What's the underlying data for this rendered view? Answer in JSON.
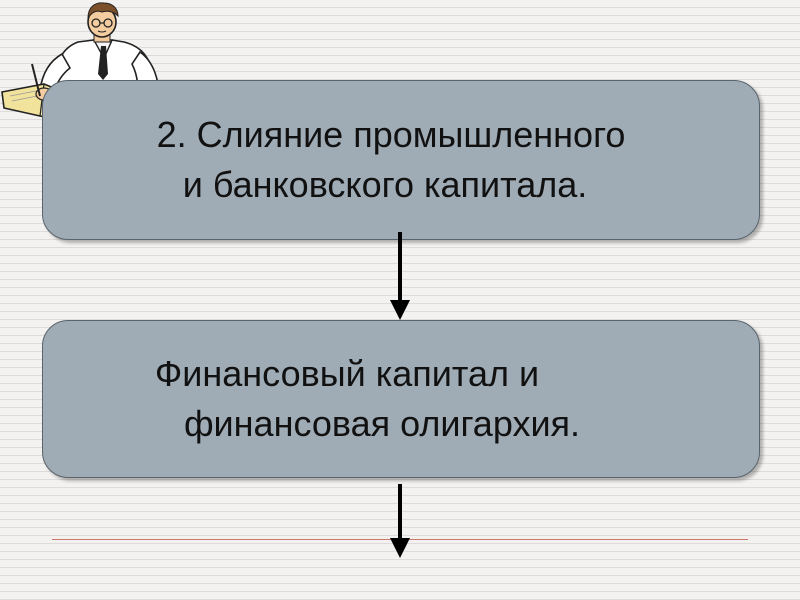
{
  "slide": {
    "boxes": [
      {
        "lines": [
          "2. Слияние промышленного",
          "и банковского капитала."
        ]
      },
      {
        "lines": [
          "Финансовый капитал и",
          "финансовая олигархия."
        ]
      }
    ],
    "colors": {
      "box_fill": "#9fabb5",
      "box_border": "#5a636b",
      "arrow": "#000000",
      "rule": "#c9786a",
      "background": "#f1f0ee"
    },
    "icons": [
      "writing-scholar-icon",
      "arrow-down-icon"
    ]
  }
}
